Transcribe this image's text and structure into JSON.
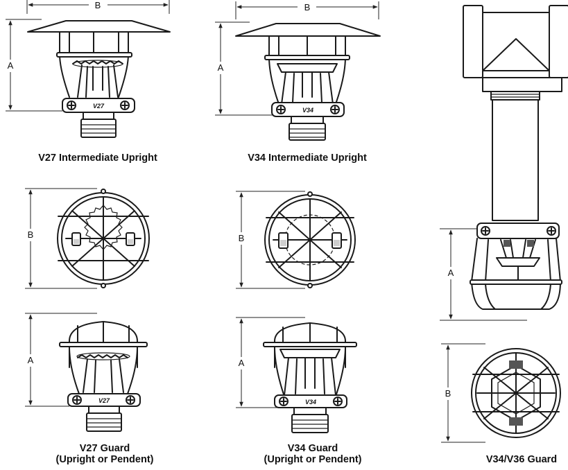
{
  "dimensions": {
    "a": "A",
    "b": "B"
  },
  "captions": {
    "v27_upright": "V27 Intermediate Upright",
    "v34_upright": "V34 Intermediate Upright",
    "v27_guard_line1": "V27 Guard",
    "v27_guard_line2": "(Upright or Pendent)",
    "v34_guard_line1": "V34 Guard",
    "v34_guard_line2": "(Upright or Pendent)",
    "v34_v36_guard": "V34/V36 Guard"
  },
  "frame_marks": {
    "v27": "V27",
    "v34": "V34"
  }
}
